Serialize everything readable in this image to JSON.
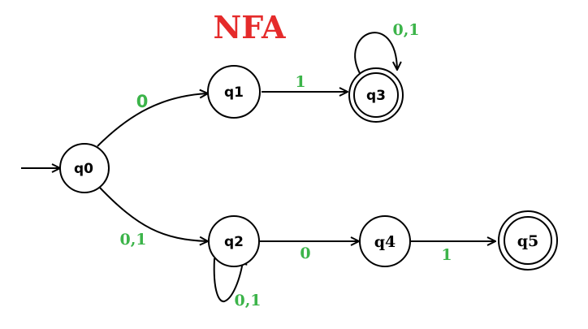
{
  "title": "NFA",
  "colors": {
    "title": "#e52b2b",
    "label": "#3cb44a",
    "stroke": "#000000"
  },
  "states": [
    {
      "id": "q0",
      "label": "q0",
      "initial": true,
      "accepting": false
    },
    {
      "id": "q1",
      "label": "q1",
      "initial": false,
      "accepting": false
    },
    {
      "id": "q2",
      "label": "q2",
      "initial": false,
      "accepting": false
    },
    {
      "id": "q3",
      "label": "q3",
      "initial": false,
      "accepting": true
    },
    {
      "id": "q4",
      "label": "q4",
      "initial": false,
      "accepting": false
    },
    {
      "id": "q5",
      "label": "q5",
      "initial": false,
      "accepting": true
    }
  ],
  "transitions": [
    {
      "from": "q0",
      "to": "q1",
      "label": "0"
    },
    {
      "from": "q0",
      "to": "q2",
      "label": "0,1"
    },
    {
      "from": "q1",
      "to": "q3",
      "label": "1"
    },
    {
      "from": "q3",
      "to": "q3",
      "label": "0,1"
    },
    {
      "from": "q2",
      "to": "q2",
      "label": "0,1"
    },
    {
      "from": "q2",
      "to": "q4",
      "label": "0"
    },
    {
      "from": "q4",
      "to": "q5",
      "label": "1"
    }
  ]
}
